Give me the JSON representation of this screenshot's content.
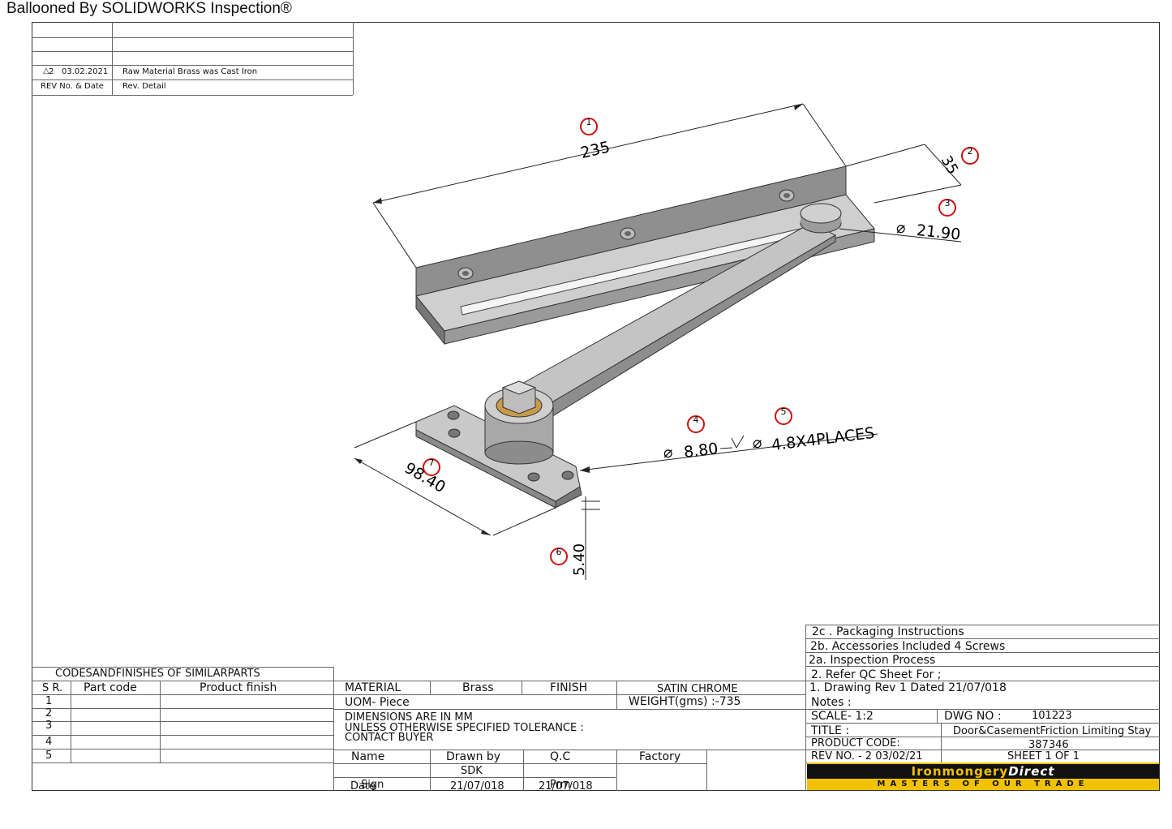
{
  "banner": "Ballooned By SOLIDWORKS Inspection®",
  "revision_block": {
    "row_rev": "2",
    "row_date": "03.02.2021",
    "row_detail": "Raw Material Brass was Cast Iron",
    "header_rev": "REV No. & Date",
    "header_detail": "Rev. Detail"
  },
  "dimensions": {
    "d1": "235",
    "d2": "35",
    "d3": "21.90",
    "d3_symbol": "⌀",
    "d4": "8.80",
    "d4_symbol": "⌀",
    "d5": "4.8X4PLACES",
    "d5_symbol": "⌀",
    "d6": "5.40",
    "d7": "98.40"
  },
  "balloons": [
    "1",
    "2",
    "3",
    "4",
    "5",
    "6",
    "7"
  ],
  "similar_parts": {
    "title": "CODESANDFINISHES OF SIMILARPARTS",
    "headers": [
      "S R.",
      "Part code",
      "Product finish"
    ],
    "rows": [
      "1",
      "2",
      "3",
      "4",
      "5"
    ]
  },
  "material": {
    "material_label": "MATERIAL",
    "material_value": "Brass",
    "finish_label": "FINISH",
    "finish_value": "SATIN CHROME",
    "uom": "UOM- Piece",
    "weight": "WEIGHT(gms)  :-735",
    "note1": "DIMENSIONS ARE IN MM",
    "note2": "UNLESS OTHERWISE SPECIFIED TOLERANCE :",
    "note3": "CONTACT BUYER"
  },
  "signoff": {
    "name": "Name",
    "drawn_by": "Drawn by",
    "qc": "Q.C",
    "factory": "Factory",
    "drawn_by_name": "SDK",
    "sign": "Sign",
    "date": "Date",
    "drawn_date": "21/07/018",
    "qc_date": "21/07/018",
    "qc_sign": "Prm"
  },
  "notes": {
    "n1": "2c . Packaging Instructions",
    "n2": "2b. Accessories Included 4 Screws",
    "n3": "2a. Inspection Process",
    "n4": "2. Refer QC Sheet For ;",
    "n5": "1. Drawing Rev 1 Dated 21/07/018",
    "n6": "Notes :"
  },
  "titleblock": {
    "scale": "SCALE- 1:2",
    "dwg_label": "DWG NO :",
    "dwg_value": "101223",
    "title_label": "TITLE :",
    "title_value": "Door&CasementFriction Limiting Stay",
    "product_code_label": "PRODUCT CODE:",
    "product_code_value": "387346",
    "rev": "REV NO. - 2 03/02/21",
    "sheet": "SHEET 1 OF 1"
  },
  "logo": {
    "brand": "Ironmongery",
    "brand_emph": "Direct",
    "tagline": "MASTERS OF OUR TRADE"
  },
  "colors": {
    "balloon": "#cc1111",
    "part_light": "#c8c8c8",
    "part_dark": "#8a8a8a",
    "logo_yellow": "#f2c200"
  }
}
